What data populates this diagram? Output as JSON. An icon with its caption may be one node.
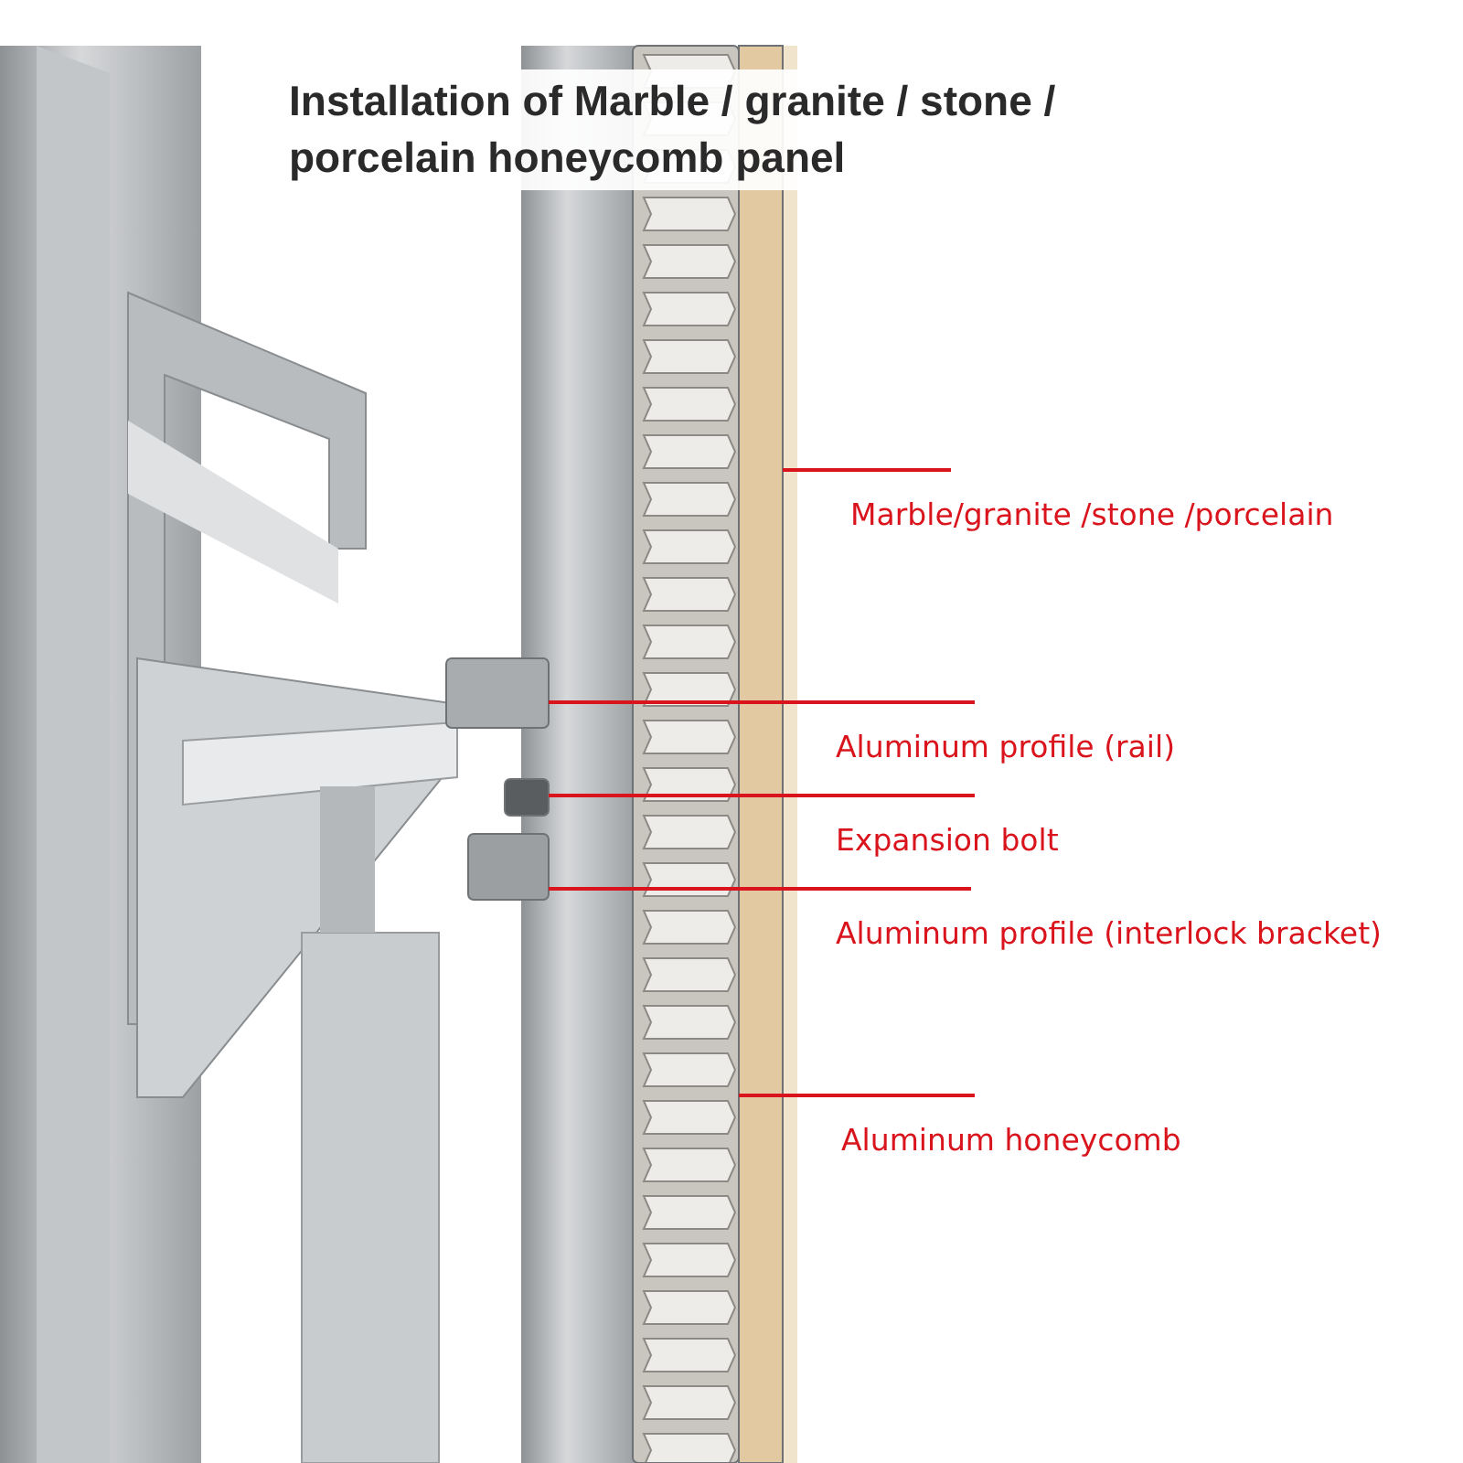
{
  "diagram": {
    "title": "Installation of Marble / granite / stone / porcelain honeycomb panel",
    "nodes": [
      {
        "text": [
          "Marble/granite /stone /porcelain"
        ]
      },
      {
        "text": [
          "Aluminum profile (rail)"
        ]
      },
      {
        "text": [
          "Expansion bolt"
        ]
      },
      {
        "text": [
          "Aluminum profile (interlock bracket)"
        ]
      },
      {
        "text": [
          "Aluminum honeycomb"
        ]
      },
      {
        "text": [],
        "shape": "bar"
      },
      {
        "text": [],
        "shape": "box"
      },
      {
        "text": [],
        "shape": "box"
      },
      {
        "text": [],
        "shape": "box"
      },
      {
        "text": [],
        "shape": "box"
      }
    ],
    "edges": [
      {
        "from": 0,
        "to": 5,
        "arrow": "none"
      },
      {
        "from": 1,
        "to": 6,
        "arrow": "none"
      },
      {
        "from": 2,
        "to": 7,
        "arrow": "none"
      },
      {
        "from": 3,
        "to": 8,
        "arrow": "none"
      },
      {
        "from": 4,
        "to": 9,
        "arrow": "none"
      }
    ]
  }
}
